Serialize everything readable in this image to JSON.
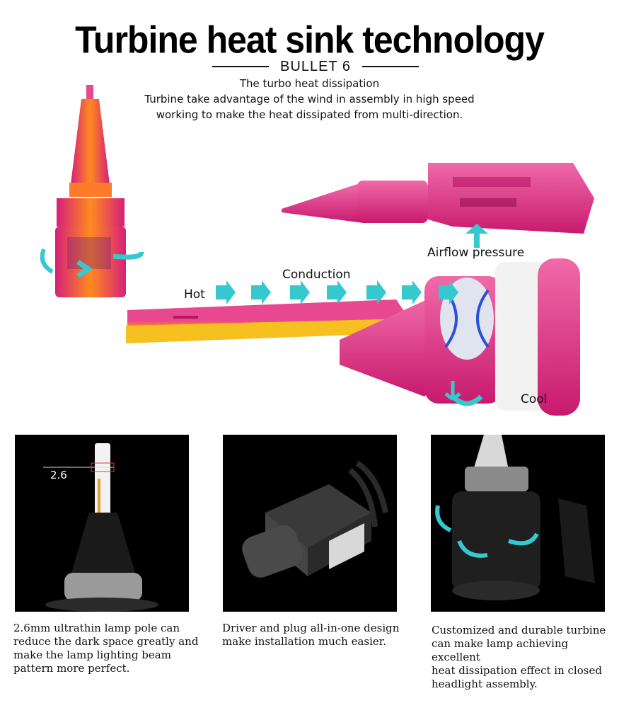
{
  "header": {
    "title": "Turbine heat sink technology",
    "subtitle": "BULLET 6",
    "description_lines": [
      "The turbo heat dissipation",
      "Turbine take advantage of the wind in assembly in high speed",
      "working to make the heat dissipated from multi-direction."
    ]
  },
  "diagram": {
    "labels": {
      "hot": "Hot",
      "conduction": "Conduction",
      "airflow": "Airflow pressure",
      "cool": "Cool"
    },
    "colors": {
      "pink": "#e8488f",
      "magenta": "#d6207a",
      "orange": "#ff8a1e",
      "yellow": "#f5c020",
      "cyan": "#35c9cf",
      "blue": "#2b4fd8"
    }
  },
  "features": [
    {
      "measure_label": "2.6",
      "caption_lines": [
        "2.6mm ultrathin lamp pole can",
        "reduce the dark space greatly and",
        "make the lamp lighting beam",
        "pattern more perfect."
      ]
    },
    {
      "caption_lines": [
        "Driver and plug all-in-one design",
        "make installation much easier."
      ]
    },
    {
      "caption_lines": [
        "Customized and durable turbine",
        "can make lamp achieving excellent",
        "heat dissipation effect in closed",
        "headlight assembly."
      ]
    }
  ]
}
